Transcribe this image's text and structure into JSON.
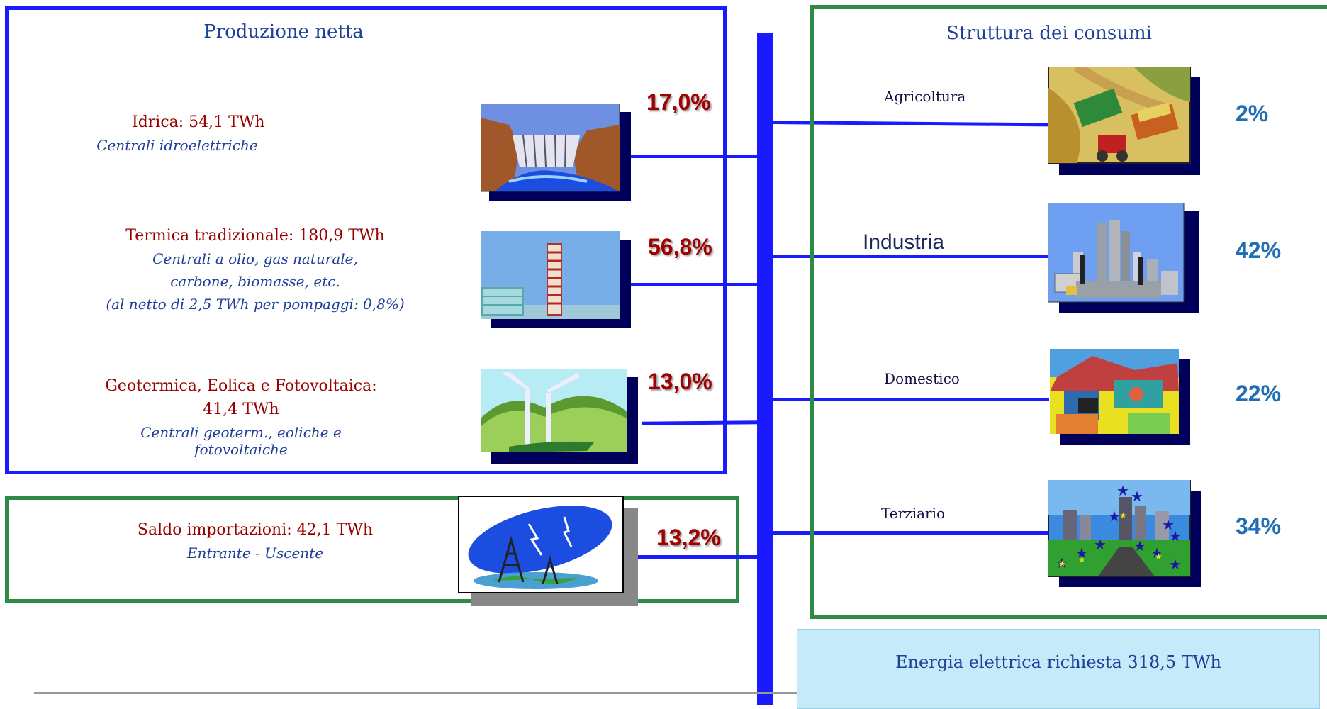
{
  "production": {
    "title": "Produzione netta",
    "sources": [
      {
        "name": "Idrica: 54,1 TWh",
        "lines": [
          "Centrali idroelettriche"
        ],
        "percent": "17,0%"
      },
      {
        "name": "Termica tradizionale: 180,9 TWh",
        "lines": [
          "Centrali a olio, gas naturale,",
          "carbone, biomasse, etc.",
          "(al netto di 2,5 TWh per pompaggi: 0,8%)"
        ],
        "percent": "56,8%"
      },
      {
        "name": "Geotermica, Eolica e Fotovoltaica:",
        "name2": "41,4 TWh",
        "lines": [
          "Centrali geoterm., eoliche e fotovoltaiche"
        ],
        "percent": "13,0%"
      }
    ]
  },
  "imports": {
    "name": "Saldo importazioni: 42,1 TWh",
    "sub": "Entrante - Uscente",
    "percent": "13,2%"
  },
  "consumption": {
    "title": "Struttura dei consumi",
    "sectors": [
      {
        "name": "Agricoltura",
        "percent": "2%"
      },
      {
        "name": "Industria",
        "percent": "42%"
      },
      {
        "name": "Domestico",
        "percent": "22%"
      },
      {
        "name": "Terziario",
        "percent": "34%"
      }
    ]
  },
  "total": "Energia elettrica richiesta 318,5 TWh",
  "colors": {
    "connector": "#1a1aff",
    "production_border": "#1a1aff",
    "consumption_border": "#2e8b47",
    "total_bg": "#c5ebfb"
  }
}
